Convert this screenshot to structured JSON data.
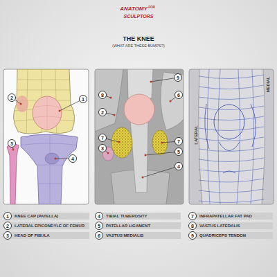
{
  "diagram": {
    "title": "THE KNEE",
    "nodes": [
      {
        "text": [
          "2"
        ]
      },
      {
        "text": [
          "1"
        ]
      },
      {
        "text": [
          "3"
        ]
      },
      {
        "text": [
          "4"
        ]
      },
      {
        "text": [
          "9"
        ]
      },
      {
        "text": [
          "8"
        ]
      },
      {
        "text": [
          "6"
        ]
      },
      {
        "text": [
          "2"
        ]
      },
      {
        "text": [
          "7"
        ]
      },
      {
        "text": [
          "3"
        ]
      },
      {
        "text": [
          "7"
        ]
      },
      {
        "text": [
          "5"
        ]
      },
      {
        "text": [
          "4"
        ]
      },
      {
        "text": [
          "1"
        ]
      },
      {
        "text": [
          "4"
        ]
      },
      {
        "text": [
          "7"
        ]
      },
      {
        "text": [
          "2"
        ]
      },
      {
        "text": [
          "5"
        ]
      },
      {
        "text": [
          "8"
        ]
      },
      {
        "text": [
          "3"
        ]
      },
      {
        "text": [
          "6"
        ]
      },
      {
        "text": [
          "9"
        ]
      }
    ],
    "labels": [
      "ANATOMY",
      "FOR",
      "SCULPTORS",
      "(WHAT ARE THESE BUMPS?)",
      "LATERAL",
      "MEDIAL"
    ],
    "legend": [
      {
        "text": "KNEE CAP (PATELLA)"
      },
      {
        "text": "TIBIAL TUBEROSITY"
      },
      {
        "text": "INFRAPATELLAR FAT PAD"
      },
      {
        "text": "LATERAL EPICONDYLE OF FEMUR"
      },
      {
        "text": "PATELLAR LIGAMENT"
      },
      {
        "text": "VASTUS LATERALIS"
      },
      {
        "text": "HEAD OF FIBULA"
      },
      {
        "text": "VASTUS MEDIALIS"
      },
      {
        "text": "QUADRICEPS TENDON"
      }
    ]
  }
}
